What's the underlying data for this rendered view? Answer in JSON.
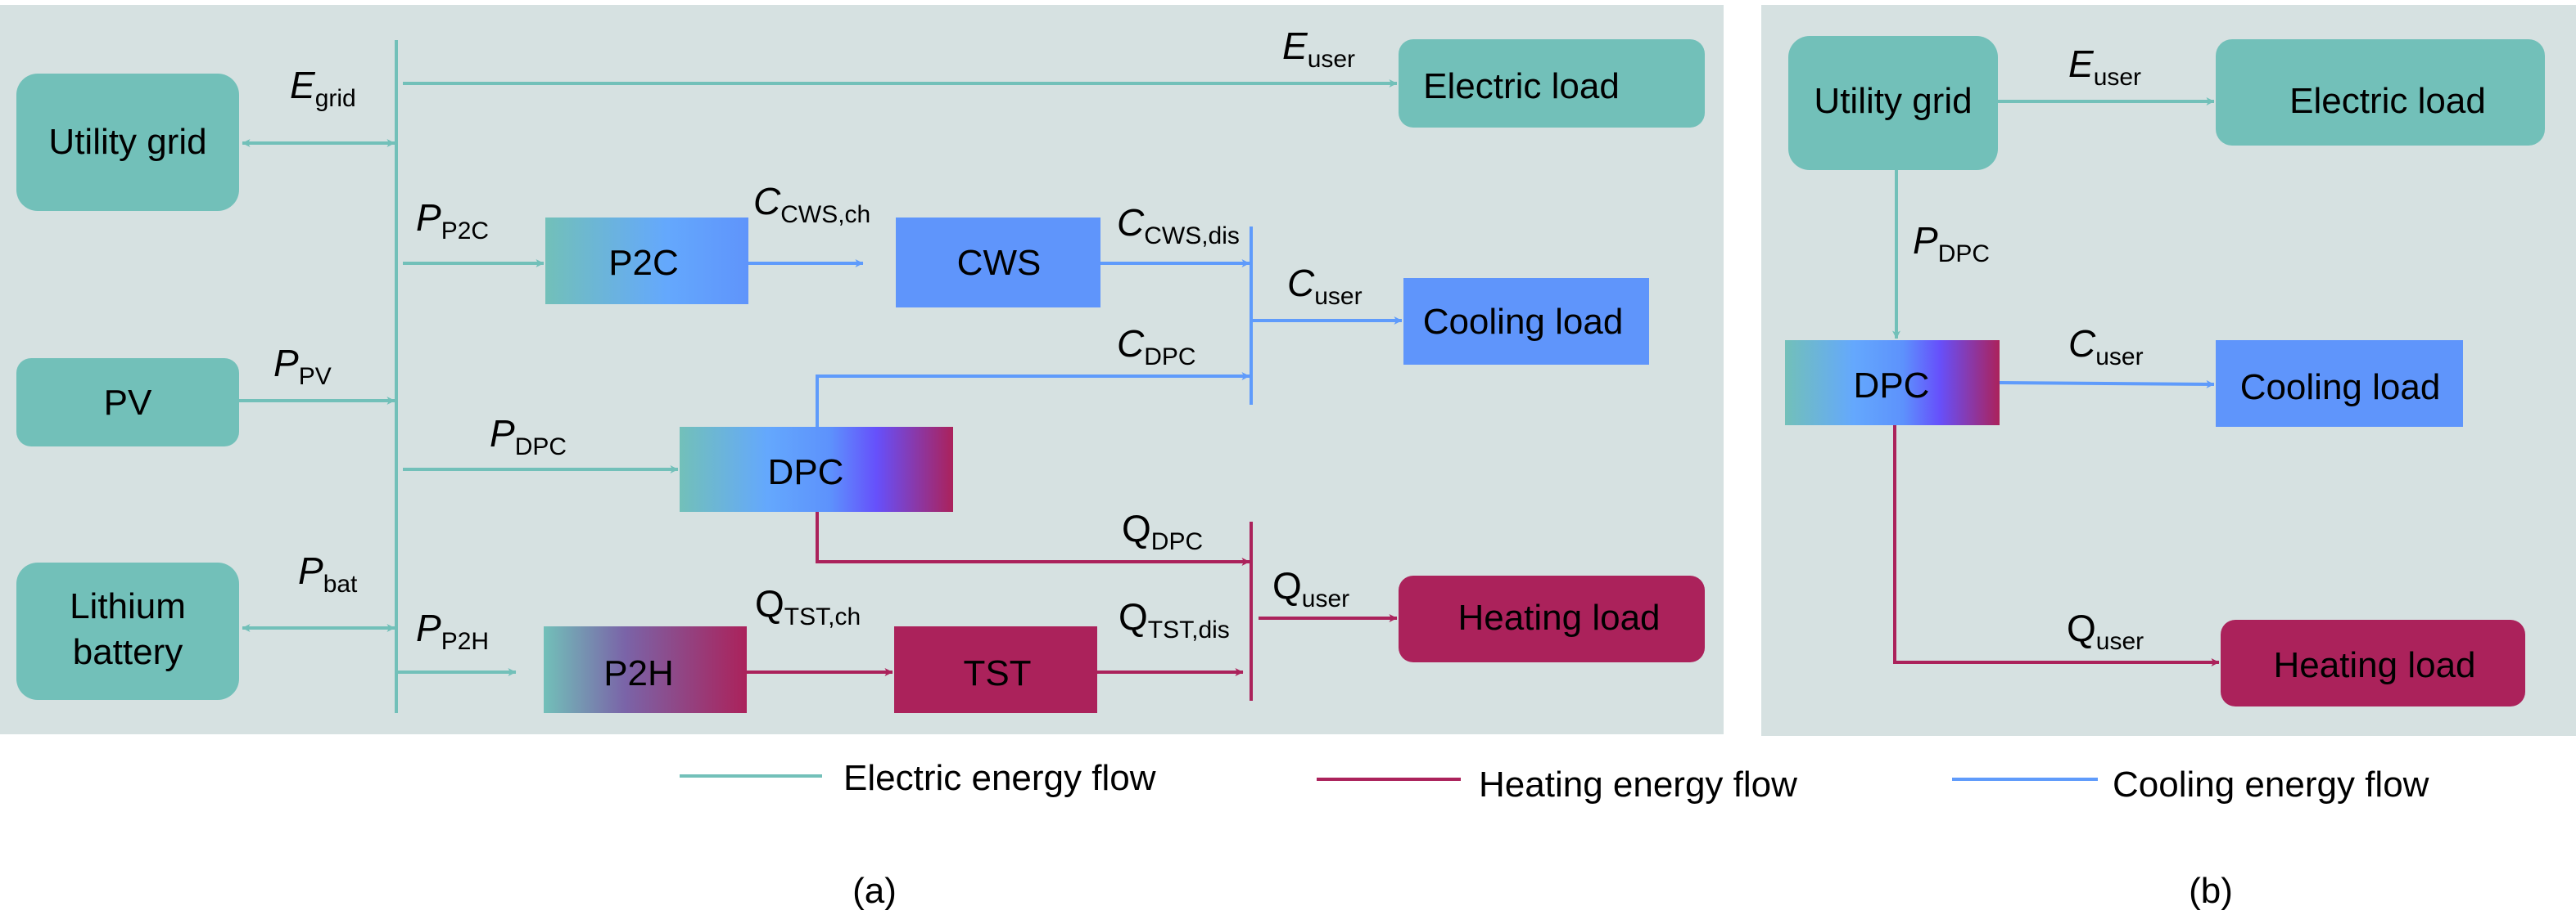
{
  "colors": {
    "panel_bg": "#d6e1e1",
    "electric": "#72c0b9",
    "heating": "#ab225b",
    "cooling": "#5f9bfb",
    "text": "#000000"
  },
  "panel_a": {
    "caption": "(a)",
    "nodes": {
      "utility_grid": "Utility grid",
      "pv": "PV",
      "battery_line1": "Lithium",
      "battery_line2": "battery",
      "p2c": "P2C",
      "cws": "CWS",
      "dpc": "DPC",
      "p2h": "P2H",
      "tst": "TST",
      "electric_load": "Electric load",
      "cooling_load": "Cooling load",
      "heating_load": "Heating load"
    },
    "flows": {
      "e_grid": {
        "main": "E",
        "sub": "grid"
      },
      "p_pv": {
        "main": "P",
        "sub": "PV"
      },
      "p_bat": {
        "main": "P",
        "sub": "bat"
      },
      "e_user": {
        "main": "E",
        "sub": "user"
      },
      "p_p2c": {
        "main": "P",
        "sub": "P2C"
      },
      "c_cws_ch": {
        "main": "C",
        "sub": "CWS,ch"
      },
      "c_cws_dis": {
        "main": "C",
        "sub": "CWS,dis"
      },
      "c_user": {
        "main": "C",
        "sub": "user"
      },
      "c_dpc": {
        "main": "C",
        "sub": "DPC"
      },
      "p_dpc": {
        "main": "P",
        "sub": "DPC"
      },
      "q_dpc": {
        "main": "Q",
        "sub": "DPC"
      },
      "q_user": {
        "main": "Q",
        "sub": "user"
      },
      "p_p2h": {
        "main": "P",
        "sub": "P2H"
      },
      "q_tst_ch": {
        "main": "Q",
        "sub": "TST,ch"
      },
      "q_tst_dis": {
        "main": "Q",
        "sub": "TST,dis"
      }
    }
  },
  "panel_b": {
    "caption": "(b)",
    "nodes": {
      "utility_grid": "Utility grid",
      "dpc": "DPC",
      "electric_load": "Electric load",
      "cooling_load": "Cooling load",
      "heating_load": "Heating load"
    },
    "flows": {
      "e_user": {
        "main": "E",
        "sub": "user"
      },
      "p_dpc": {
        "main": "P",
        "sub": "DPC"
      },
      "c_user": {
        "main": "C",
        "sub": "user"
      },
      "q_user": {
        "main": "Q",
        "sub": "user"
      }
    }
  },
  "legend": [
    {
      "label": "Electric energy flow",
      "color": "#72c0b9"
    },
    {
      "label": "Heating energy flow",
      "color": "#ab225b"
    },
    {
      "label": "Cooling energy flow",
      "color": "#5f9bfb"
    }
  ]
}
